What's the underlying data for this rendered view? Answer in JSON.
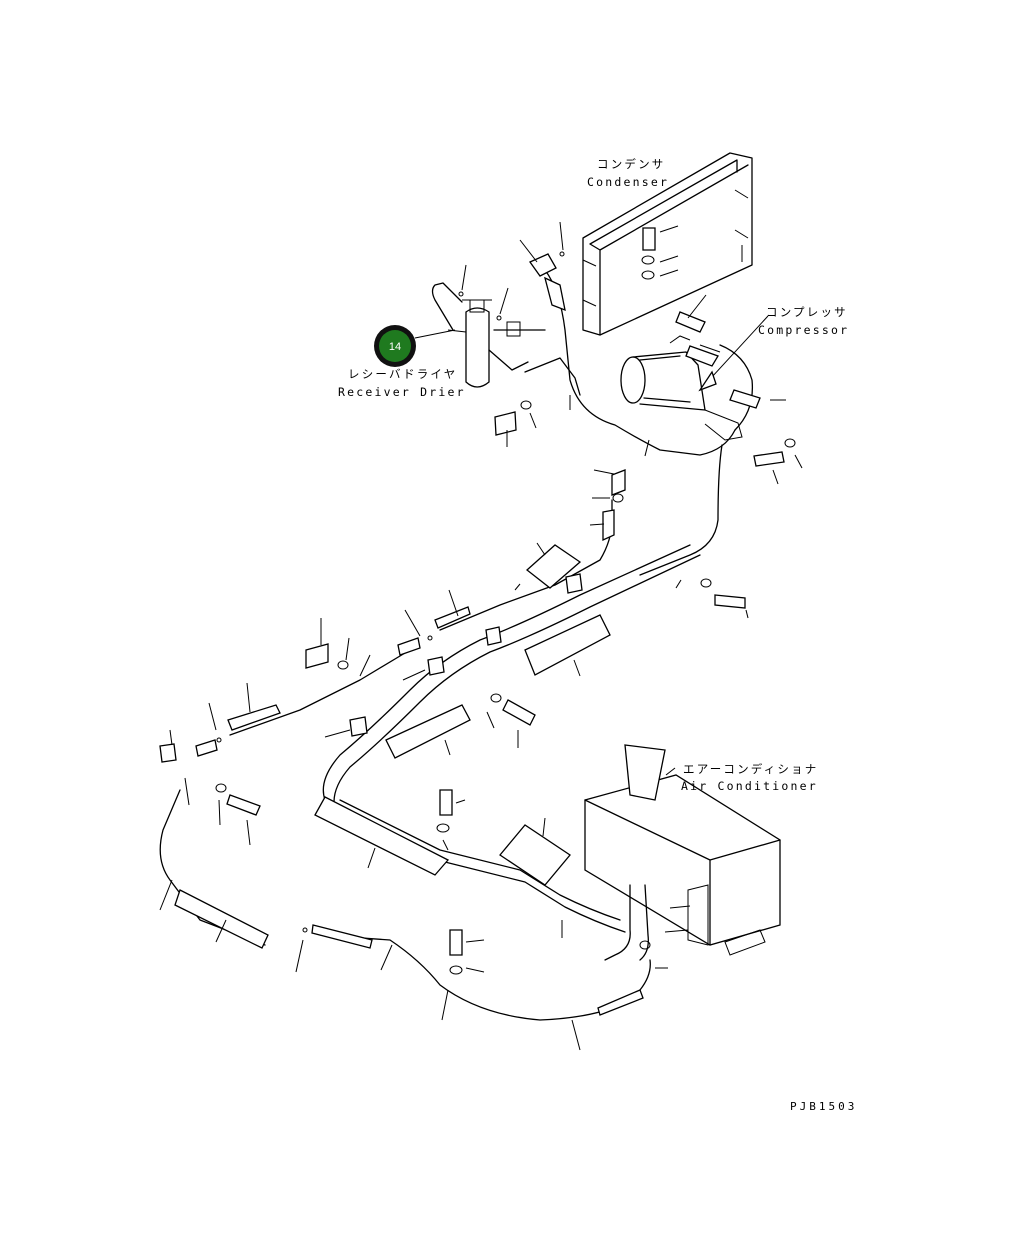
{
  "labels": {
    "condenser_jp": "コンデンサ",
    "condenser_en": "Condenser",
    "compressor_jp": "コンプレッサ",
    "compressor_en": "Compressor",
    "receiver_drier_jp": "レシーバドライヤ",
    "receiver_drier_en": "Receiver Drier",
    "air_conditioner_jp": "エアーコンディショナ",
    "air_conditioner_en": "Air Conditioner"
  },
  "callout": {
    "number": "14",
    "color": "#1f7a1f",
    "ring_color": "#111111"
  },
  "drawing_code": "PJB1503"
}
